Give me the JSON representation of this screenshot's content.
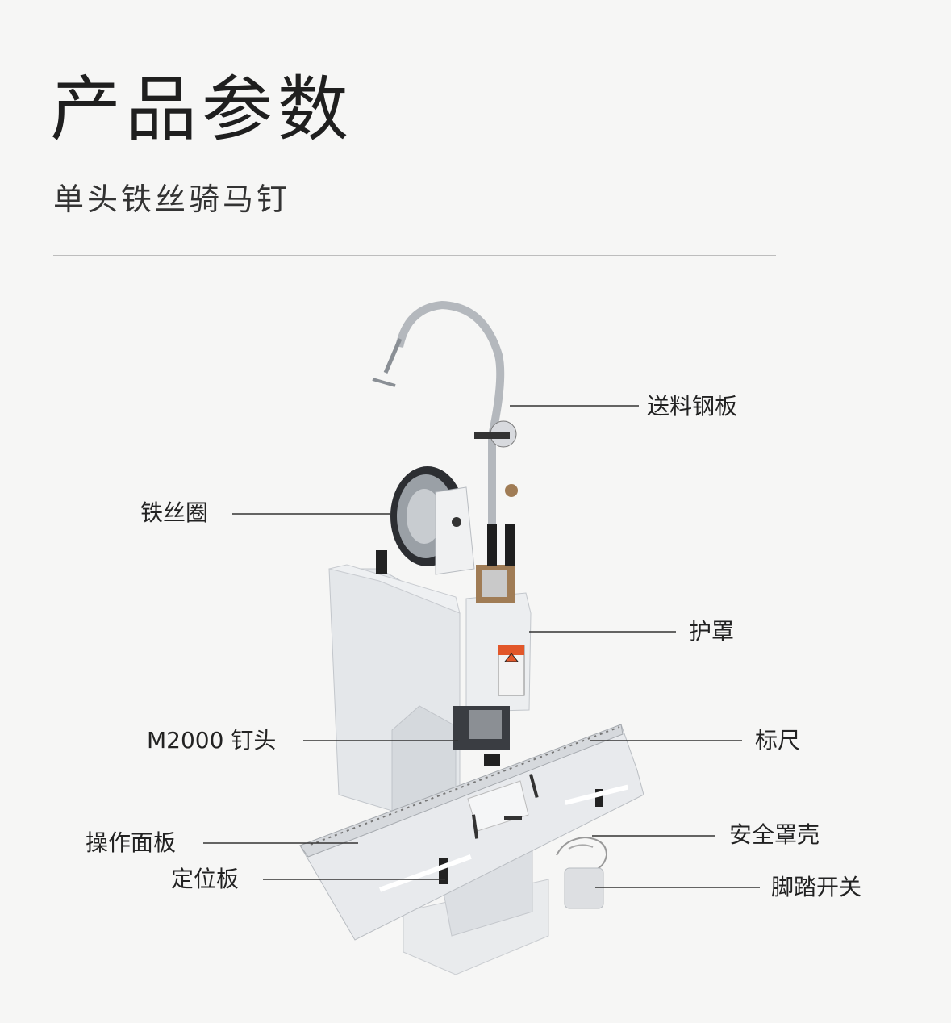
{
  "header": {
    "title": "产品参数",
    "subtitle": "单头铁丝骑马钉"
  },
  "callouts": {
    "feed_plate": "送料钢板",
    "wire_coil": "铁丝圈",
    "guard": "护罩",
    "staple_head": "M2000 钉头",
    "ruler": "标尺",
    "operation_panel": "操作面板",
    "safety_cover": "安全罩壳",
    "positioning_plate": "定位板",
    "foot_switch": "脚踏开关"
  },
  "colors": {
    "background": "#f6f6f5",
    "machine_body": "#e4e7ea",
    "line": "#333333",
    "warning_label": "#e2572a"
  }
}
